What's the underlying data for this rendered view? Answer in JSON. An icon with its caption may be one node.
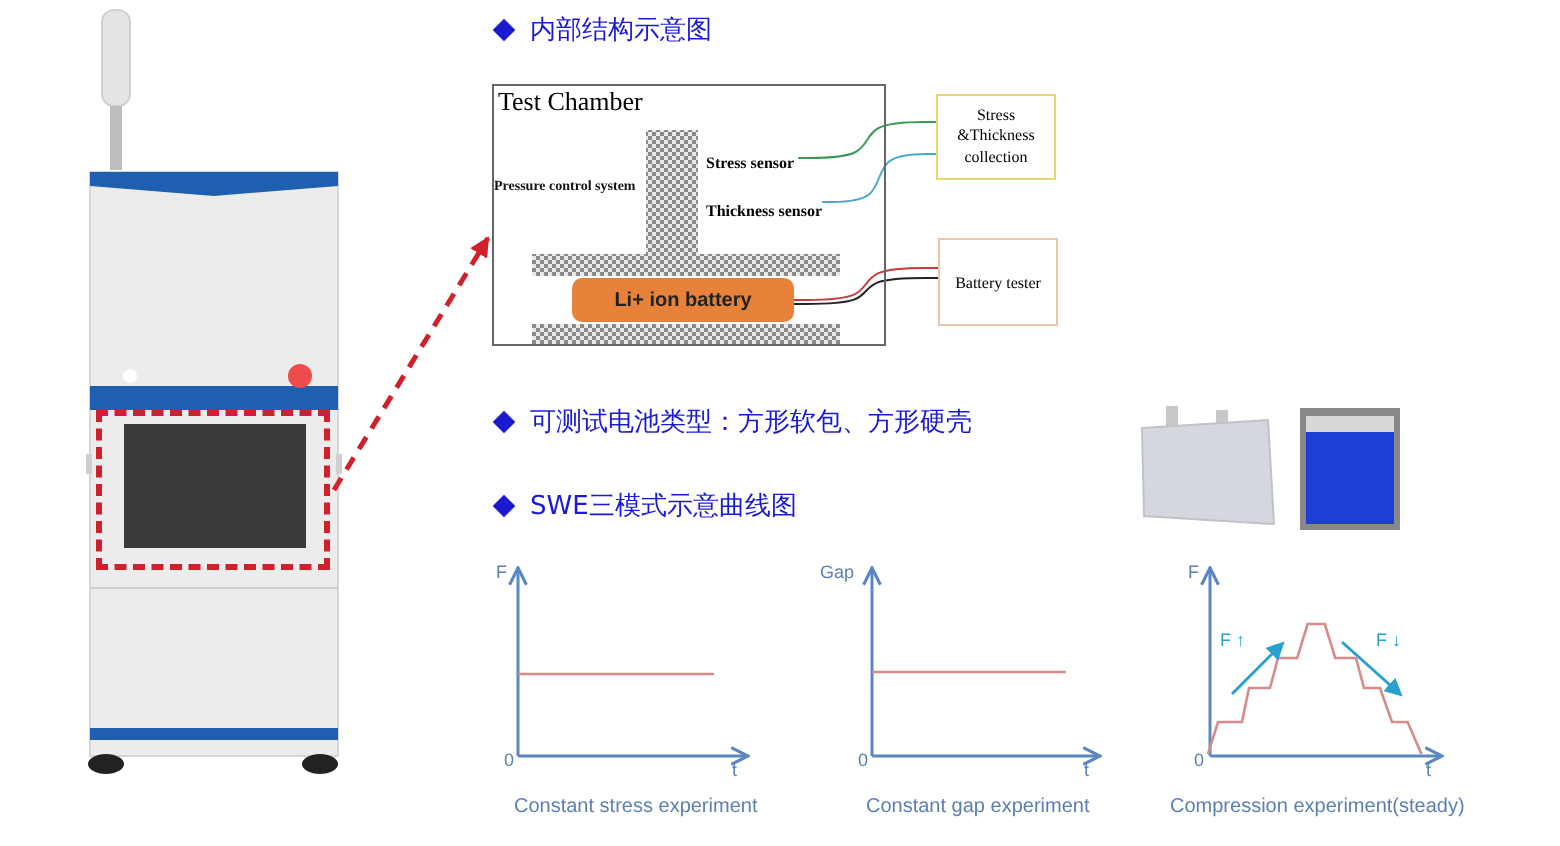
{
  "diagram": {
    "nodes": [
      {
        "text": [
          "Test Chamber"
        ]
      },
      {
        "text": [
          "Stress sensor"
        ],
        "in": 0
      },
      {
        "text": [
          "Thickness sensor"
        ],
        "in": 0
      },
      {
        "text": [
          "Li+ ion battery"
        ],
        "in": 0
      },
      {
        "text": [
          "Stress &Thickness collection"
        ]
      },
      {
        "text": [
          "Battery tester"
        ]
      },
      {
        "text": [],
        "shape": "box"
      }
    ],
    "edges": [
      {
        "from": 1,
        "to": 4,
        "arrow": "none",
        "color": "#3a9a5a"
      },
      {
        "from": 2,
        "to": 4,
        "arrow": "none",
        "color": "#4aa8c8"
      },
      {
        "from": 3,
        "to": 5,
        "arrow": "none",
        "color": "#c83a3a"
      },
      {
        "from": 3,
        "to": 5,
        "arrow": "none",
        "color": "#222222"
      },
      {
        "from": 6,
        "to": 0,
        "arrow": "to",
        "style": "dashed",
        "color": "#d0202a"
      }
    ],
    "labels": [
      "内部结构示意图",
      "Pressure control system",
      "可测试电池类型：方形软包、方形硬壳",
      "SWE三模式示意曲线图",
      "F",
      "0",
      "t",
      "Constant stress experiment",
      "Gap",
      "0",
      "t",
      "Constant gap experiment",
      "F",
      "F ↑",
      "F ↓",
      "0",
      "t",
      "Compression experiment(steady)"
    ]
  }
}
